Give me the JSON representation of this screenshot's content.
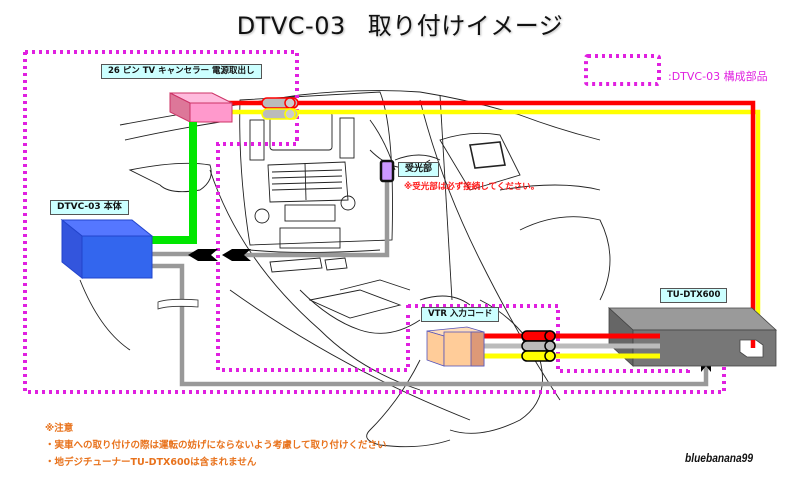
{
  "title": {
    "product": "DTVC-03",
    "subtitle": "取り付けイメージ"
  },
  "legend": {
    "text": ":DTVC-03 構成部品",
    "swatch": "dotted-magenta-box"
  },
  "labels": {
    "power_harness": "26 ピン TV キャンセラー 電源取出し",
    "main_unit": "DTVC-03 本体",
    "receiver": "受光部",
    "receiver_warning": "※受光部は必ず接続してください。",
    "vtr_cord": "VTR 入力コード",
    "tuner": "TU-DTX600"
  },
  "notes": {
    "heading": "※注意",
    "items": [
      "・実車への取り付けの際は運転の妨げにならないよう考慮して取り付けください",
      "・地デジチューナーTU-DTX600は含まれません"
    ]
  },
  "signature": "bluebanana99",
  "colors": {
    "component_outline": "#e020e0",
    "label_bg": "#ccffff",
    "power_red": "#ff0000",
    "power_yellow": "#ffff00",
    "green_cable": "#00e600",
    "gray_cable": "#999999",
    "main_unit_blue": "#3366ee",
    "harness_pink": "#ff99cc",
    "vtr_box": "#ffcc99",
    "tuner_gray": "#777777",
    "receiver_purple": "#cc99ff",
    "note_orange": "#e8721c",
    "warning_red": "#ff1a1a"
  }
}
